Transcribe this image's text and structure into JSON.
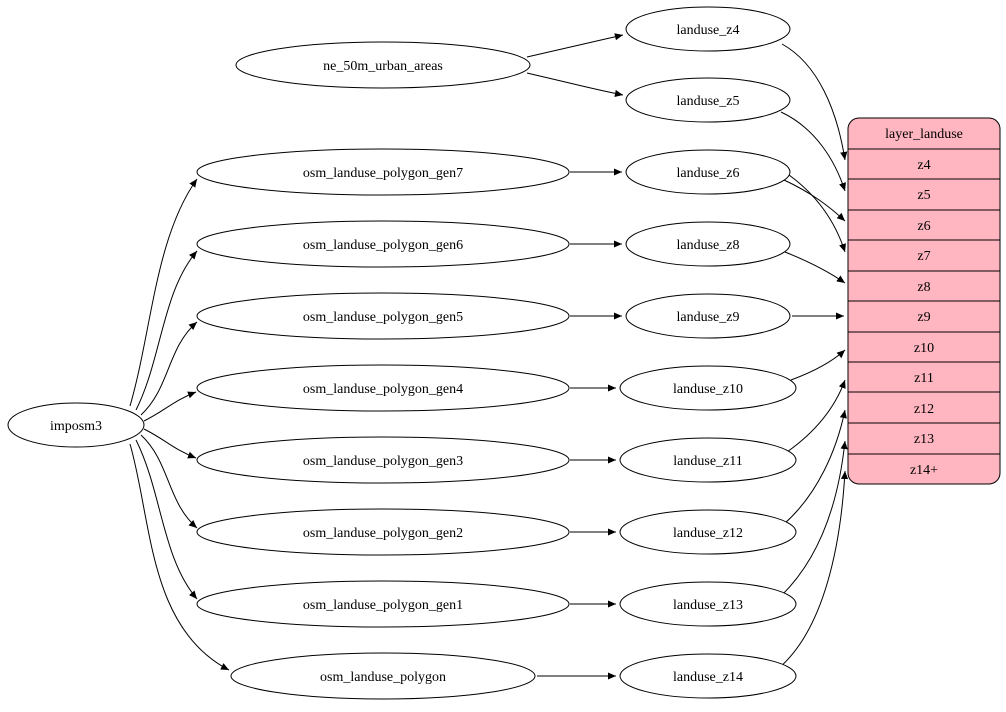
{
  "diagram": {
    "type": "etl-graph",
    "background_color": "#ffffff",
    "root_node": {
      "id": "imposm3",
      "label": "imposm3"
    },
    "external_node": {
      "id": "ne_50m_urban_areas",
      "label": "ne_50m_urban_areas"
    },
    "source_nodes": [
      {
        "id": "osm_landuse_polygon_gen7",
        "label": "osm_landuse_polygon_gen7"
      },
      {
        "id": "osm_landuse_polygon_gen6",
        "label": "osm_landuse_polygon_gen6"
      },
      {
        "id": "osm_landuse_polygon_gen5",
        "label": "osm_landuse_polygon_gen5"
      },
      {
        "id": "osm_landuse_polygon_gen4",
        "label": "osm_landuse_polygon_gen4"
      },
      {
        "id": "osm_landuse_polygon_gen3",
        "label": "osm_landuse_polygon_gen3"
      },
      {
        "id": "osm_landuse_polygon_gen2",
        "label": "osm_landuse_polygon_gen2"
      },
      {
        "id": "osm_landuse_polygon_gen1",
        "label": "osm_landuse_polygon_gen1"
      },
      {
        "id": "osm_landuse_polygon",
        "label": "osm_landuse_polygon"
      }
    ],
    "view_nodes": [
      {
        "id": "landuse_z4",
        "label": "landuse_z4"
      },
      {
        "id": "landuse_z5",
        "label": "landuse_z5"
      },
      {
        "id": "landuse_z6",
        "label": "landuse_z6"
      },
      {
        "id": "landuse_z8",
        "label": "landuse_z8"
      },
      {
        "id": "landuse_z9",
        "label": "landuse_z9"
      },
      {
        "id": "landuse_z10",
        "label": "landuse_z10"
      },
      {
        "id": "landuse_z11",
        "label": "landuse_z11"
      },
      {
        "id": "landuse_z12",
        "label": "landuse_z12"
      },
      {
        "id": "landuse_z13",
        "label": "landuse_z13"
      },
      {
        "id": "landuse_z14",
        "label": "landuse_z14"
      }
    ],
    "layer_table": {
      "title": "layer_landuse",
      "rows": [
        "z4",
        "z5",
        "z6",
        "z7",
        "z8",
        "z9",
        "z10",
        "z11",
        "z12",
        "z13",
        "z14+"
      ],
      "fill_color": "#ffb6c1",
      "border_color": "#000000"
    },
    "edges": [
      {
        "from": "imposm3",
        "to": "osm_landuse_polygon_gen7"
      },
      {
        "from": "imposm3",
        "to": "osm_landuse_polygon_gen6"
      },
      {
        "from": "imposm3",
        "to": "osm_landuse_polygon_gen5"
      },
      {
        "from": "imposm3",
        "to": "osm_landuse_polygon_gen4"
      },
      {
        "from": "imposm3",
        "to": "osm_landuse_polygon_gen3"
      },
      {
        "from": "imposm3",
        "to": "osm_landuse_polygon_gen2"
      },
      {
        "from": "imposm3",
        "to": "osm_landuse_polygon_gen1"
      },
      {
        "from": "imposm3",
        "to": "osm_landuse_polygon"
      },
      {
        "from": "ne_50m_urban_areas",
        "to": "landuse_z4"
      },
      {
        "from": "ne_50m_urban_areas",
        "to": "landuse_z5"
      },
      {
        "from": "osm_landuse_polygon_gen7",
        "to": "landuse_z6"
      },
      {
        "from": "osm_landuse_polygon_gen6",
        "to": "landuse_z8"
      },
      {
        "from": "osm_landuse_polygon_gen5",
        "to": "landuse_z9"
      },
      {
        "from": "osm_landuse_polygon_gen4",
        "to": "landuse_z10"
      },
      {
        "from": "osm_landuse_polygon_gen3",
        "to": "landuse_z11"
      },
      {
        "from": "osm_landuse_polygon_gen2",
        "to": "landuse_z12"
      },
      {
        "from": "osm_landuse_polygon_gen1",
        "to": "landuse_z13"
      },
      {
        "from": "osm_landuse_polygon",
        "to": "landuse_z14"
      },
      {
        "from": "landuse_z4",
        "to": "layer_landuse:z4"
      },
      {
        "from": "landuse_z5",
        "to": "layer_landuse:z5"
      },
      {
        "from": "landuse_z6",
        "to": "layer_landuse:z6"
      },
      {
        "from": "landuse_z6",
        "to": "layer_landuse:z7"
      },
      {
        "from": "landuse_z8",
        "to": "layer_landuse:z8"
      },
      {
        "from": "landuse_z9",
        "to": "layer_landuse:z9"
      },
      {
        "from": "landuse_z10",
        "to": "layer_landuse:z10"
      },
      {
        "from": "landuse_z11",
        "to": "layer_landuse:z11"
      },
      {
        "from": "landuse_z12",
        "to": "layer_landuse:z12"
      },
      {
        "from": "landuse_z13",
        "to": "layer_landuse:z13"
      },
      {
        "from": "landuse_z14",
        "to": "layer_landuse:z14+"
      }
    ]
  }
}
